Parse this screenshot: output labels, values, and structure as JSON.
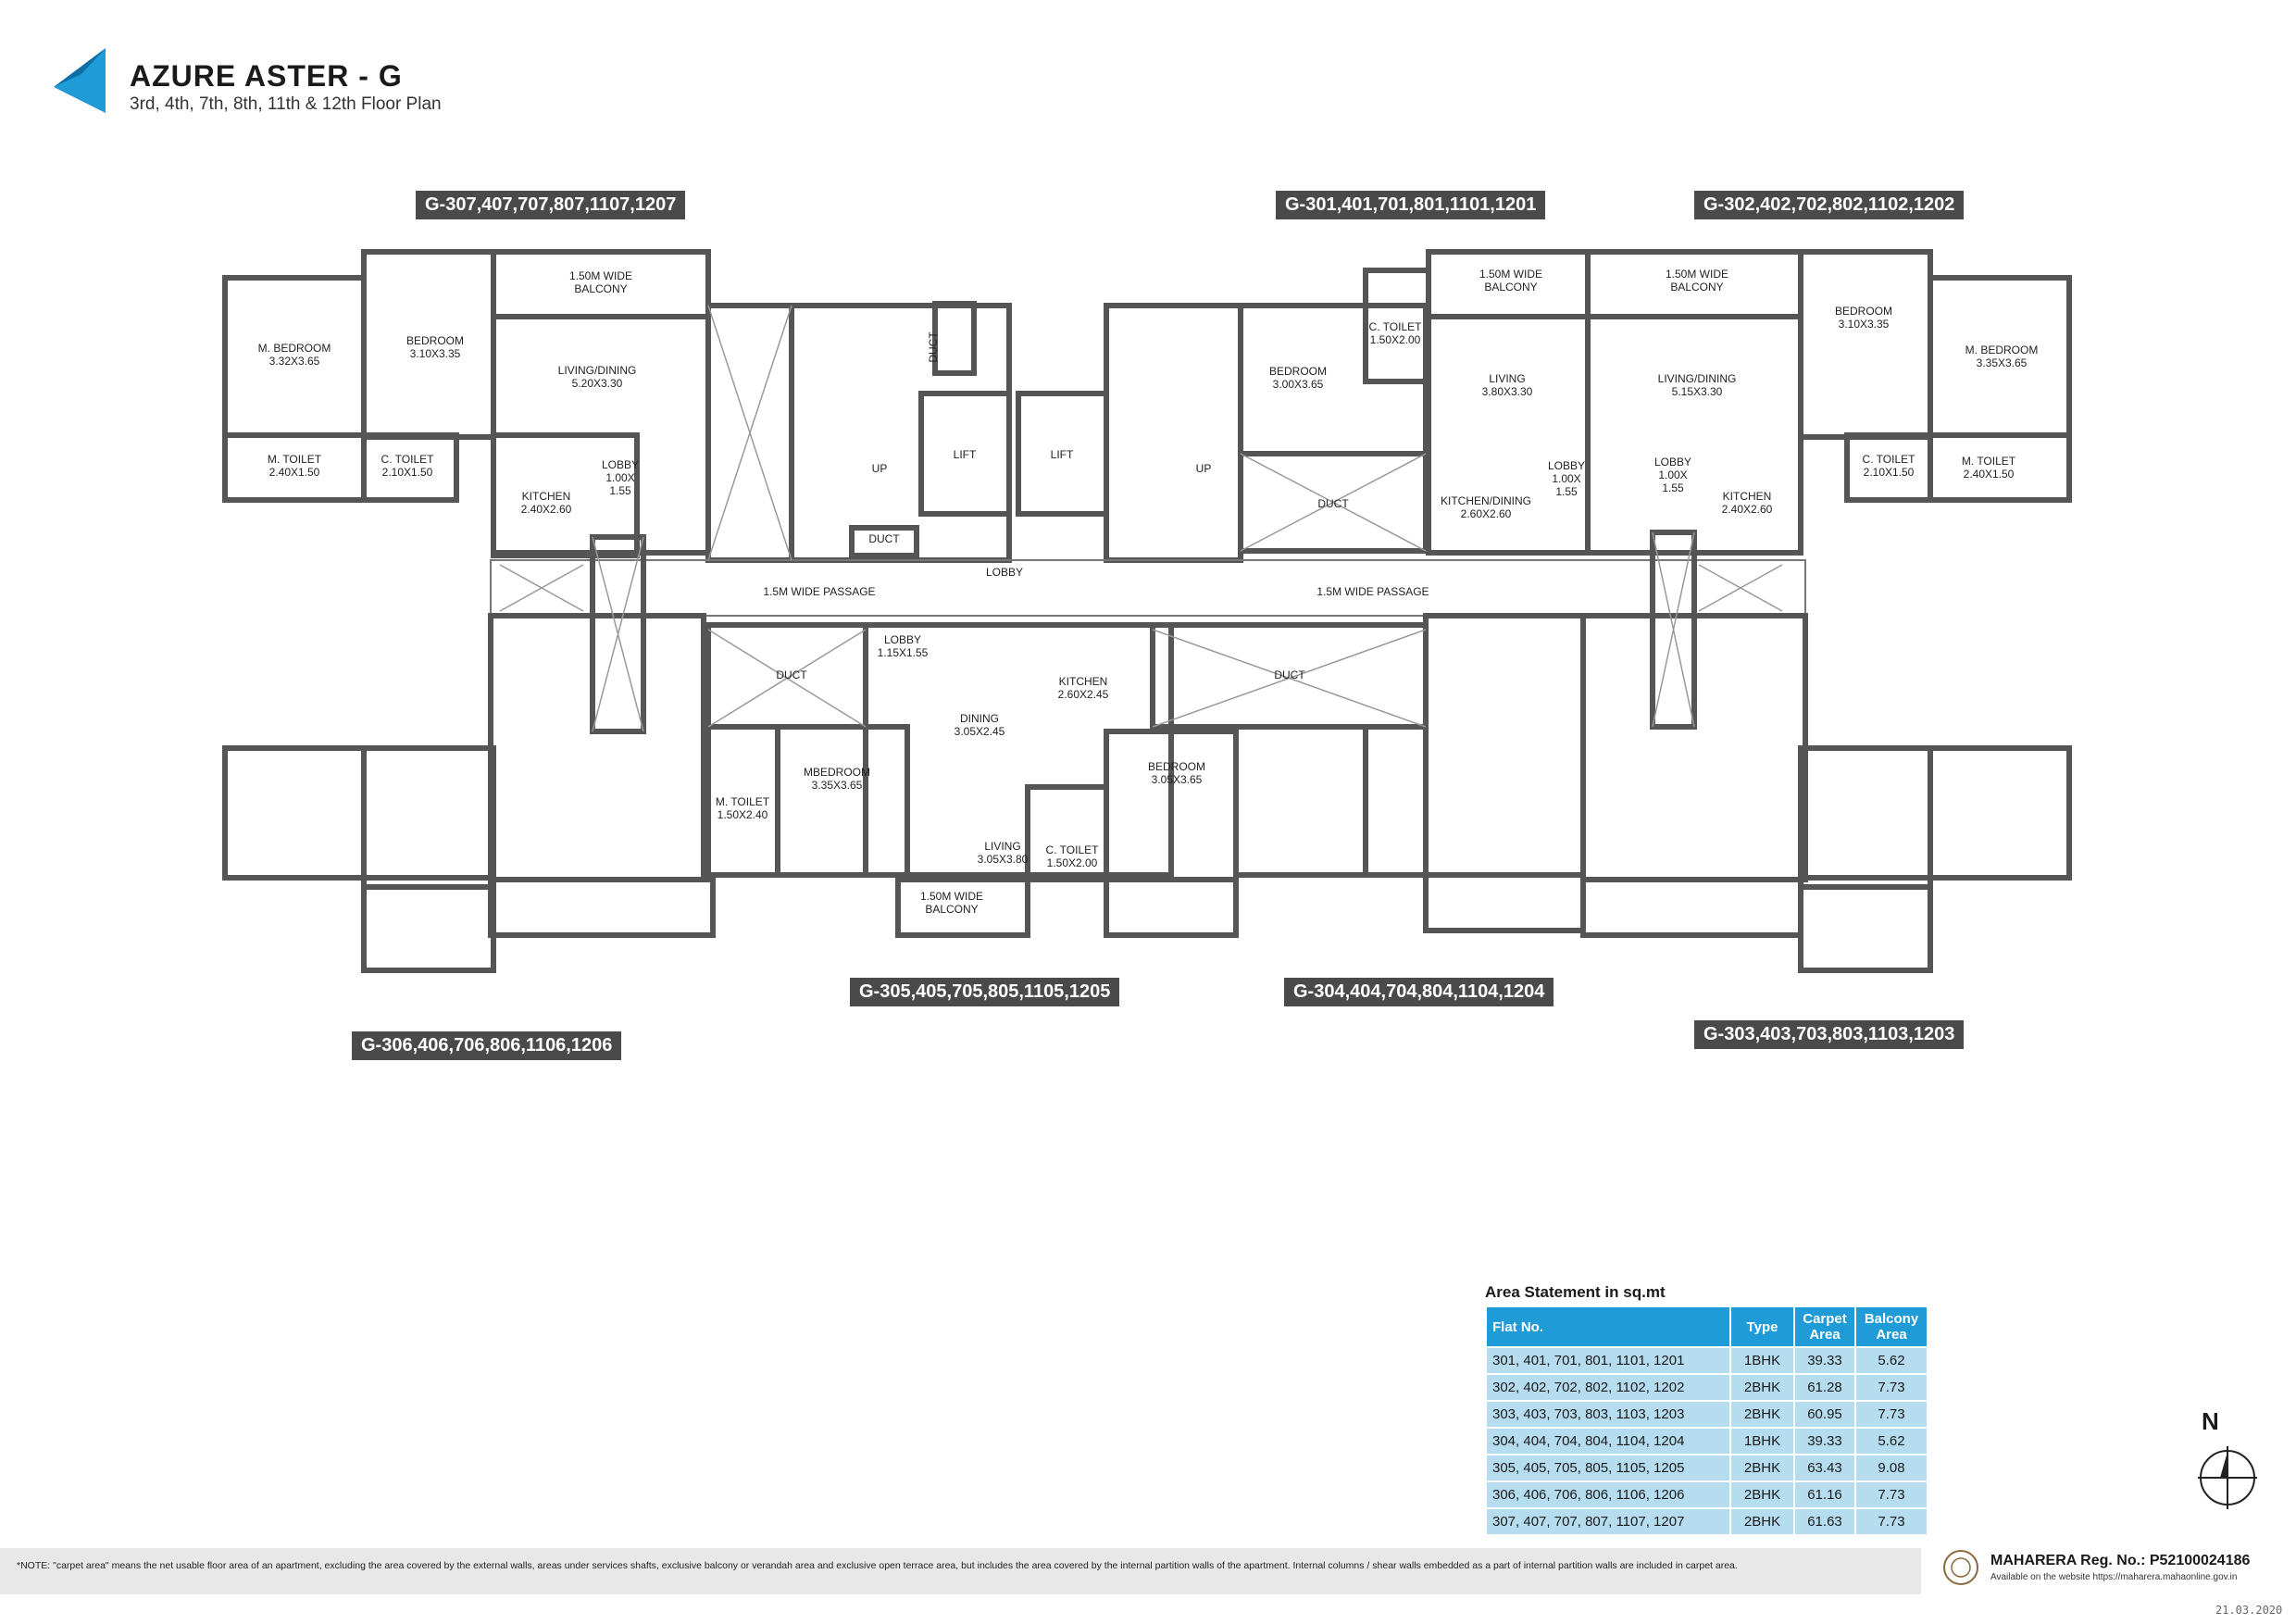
{
  "header": {
    "title": "AZURE ASTER - G",
    "subtitle": "3rd, 4th, 7th, 8th, 11th & 12th Floor Plan",
    "accent_color": "#1f9bd7"
  },
  "unit_tags": {
    "g307": "G-307,407,707,807,1107,1207",
    "g301": "G-301,401,701,801,1101,1201",
    "g302": "G-302,402,702,802,1102,1202",
    "g306": "G-306,406,706,806,1106,1206",
    "g305": "G-305,405,705,805,1105,1205",
    "g304": "G-304,404,704,804,1104,1204",
    "g303": "G-303,403,703,803,1103,1203"
  },
  "rooms": {
    "mbed_l": [
      "M. BEDROOM",
      "3.32X3.65"
    ],
    "bed_l": [
      "BEDROOM",
      "3.10X3.35"
    ],
    "balc_l": [
      "1.50M WIDE",
      "BALCONY"
    ],
    "living_l": [
      "LIVING/DINING",
      "5.20X3.30"
    ],
    "mtoilet_l": [
      "M. TOILET",
      "2.40X1.50"
    ],
    "ctoilet_l": [
      "C. TOILET",
      "2.10X1.50"
    ],
    "kitchen_l": [
      "KITCHEN",
      "2.40X2.60"
    ],
    "lobby_l": [
      "LOBBY",
      "1.00X",
      "1.55"
    ],
    "duct_a": "DUCT",
    "duct_b": "DUCT",
    "lift_1": "LIFT",
    "lift_2": "LIFT",
    "up_1": "UP",
    "up_2": "UP",
    "ctoilet_301": [
      "C. TOILET",
      "1.50X2.00"
    ],
    "bed_301": [
      "BEDROOM",
      "3.00X3.65"
    ],
    "balc_301": [
      "1.50M WIDE",
      "BALCONY"
    ],
    "living_301": [
      "LIVING",
      "3.80X3.30"
    ],
    "duct_c": "DUCT",
    "kitchen_301": [
      "KITCHEN/DINING",
      "2.60X2.60"
    ],
    "lobby_301": [
      "LOBBY",
      "1.00X",
      "1.55"
    ],
    "balc_302": [
      "1.50M WIDE",
      "BALCONY"
    ],
    "living_302": [
      "LIVING/DINING",
      "5.15X3.30"
    ],
    "bed_302": [
      "BEDROOM",
      "3.10X3.35"
    ],
    "mbed_302": [
      "M. BEDROOM",
      "3.35X3.65"
    ],
    "lobby_302": [
      "LOBBY",
      "1.00X",
      "1.55"
    ],
    "kitchen_302": [
      "KITCHEN",
      "2.40X2.60"
    ],
    "ctoilet_302": [
      "C. TOILET",
      "2.10X1.50"
    ],
    "mtoilet_302": [
      "M. TOILET",
      "2.40X1.50"
    ],
    "lobby_main": "LOBBY",
    "passage_l": "1.5M WIDE PASSAGE",
    "passage_r": "1.5M WIDE PASSAGE",
    "duct_d": "DUCT",
    "lobby_305": [
      "LOBBY",
      "1.15X1.55"
    ],
    "dining_305": [
      "DINING",
      "3.05X2.45"
    ],
    "kitchen_305": [
      "KITCHEN",
      "2.60X2.45"
    ],
    "duct_e": "DUCT",
    "mtoilet_305": [
      "M. TOILET",
      "1.50X2.40"
    ],
    "mbed_305": [
      "MBEDROOM",
      "3.35X3.65"
    ],
    "living_305": [
      "LIVING",
      "3.05X3.80"
    ],
    "ctoilet_304": [
      "C. TOILET",
      "1.50X2.00"
    ],
    "bed_304": [
      "BEDROOM",
      "3.05X3.65"
    ],
    "balc_305": [
      "1.50M WIDE",
      "BALCONY"
    ]
  },
  "area_statement": {
    "title": "Area Statement in sq.mt",
    "headers": [
      "Flat No.",
      "Type",
      "Carpet Area",
      "Balcony Area"
    ],
    "rows": [
      [
        "301, 401, 701, 801, 1101, 1201",
        "1BHK",
        "39.33",
        "5.62"
      ],
      [
        "302, 402, 702, 802, 1102, 1202",
        "2BHK",
        "61.28",
        "7.73"
      ],
      [
        "303, 403, 703, 803, 1103, 1203",
        "2BHK",
        "60.95",
        "7.73"
      ],
      [
        "304, 404, 704, 804, 1104, 1204",
        "1BHK",
        "39.33",
        "5.62"
      ],
      [
        "305, 405, 705, 805, 1105, 1205",
        "2BHK",
        "63.43",
        "9.08"
      ],
      [
        "306, 406, 706, 806, 1106, 1206",
        "2BHK",
        "61.16",
        "7.73"
      ],
      [
        "307, 407, 707, 807, 1107, 1207",
        "2BHK",
        "61.63",
        "7.73"
      ]
    ]
  },
  "note": "*NOTE: \"carpet area\" means the net usable floor area of an apartment, excluding the area covered by the external walls, areas under services shafts, exclusive balcony or verandah area and exclusive open terrace area, but includes the area covered by the internal partition walls of the apartment. Internal columns / shear walls embedded as a part of internal partition walls are included in carpet area.",
  "north_label": "N",
  "maharera": {
    "reg": "MAHARERA Reg. No.: P52100024186",
    "web": "Available on the website https://maharera.mahaonline.gov.in"
  },
  "date": "21.03.2020"
}
